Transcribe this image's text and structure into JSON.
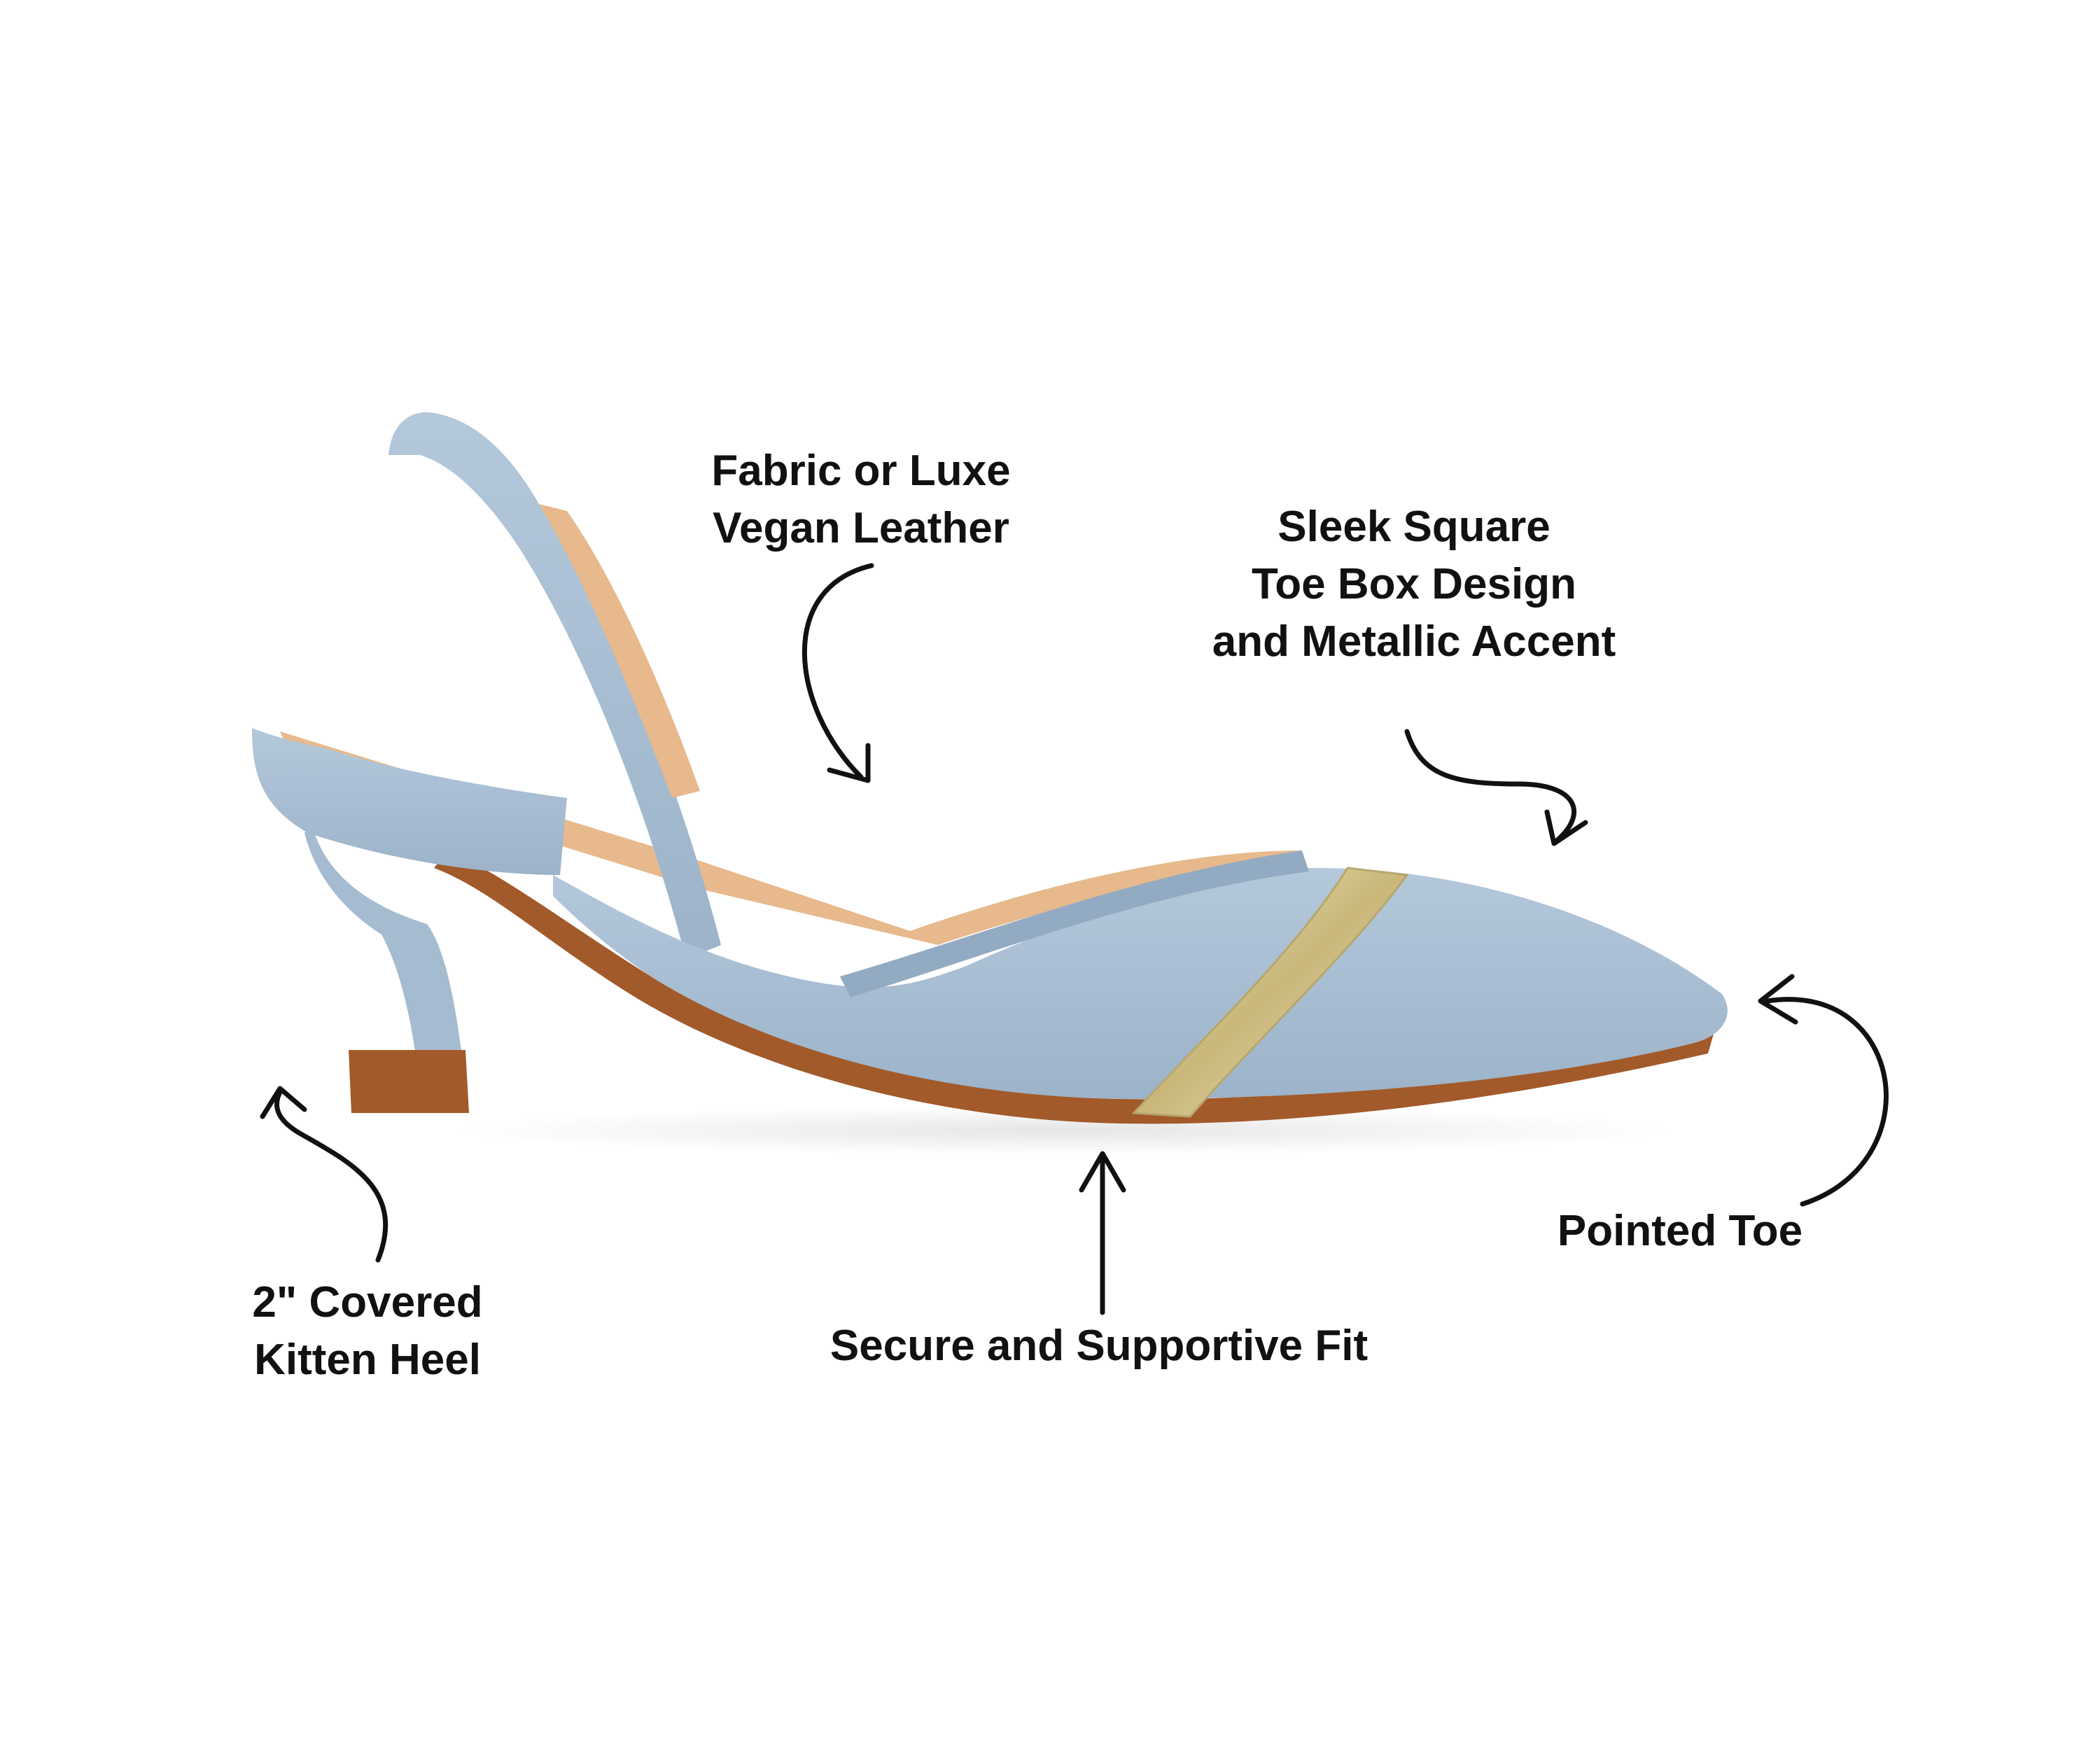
{
  "colors": {
    "background": "#ffffff",
    "shoe_fabric": "#a9bfd4",
    "shoe_fabric_shade": "#8fa7bf",
    "lining": "#e7b98c",
    "sole": "#a25a2a",
    "metallic_accent": "#d9cc9a",
    "text": "#111111"
  },
  "icons": [
    "curved-arrow-icon",
    "straight-arrow-icon"
  ],
  "callouts": {
    "fabric": {
      "lines": [
        "Fabric or Luxe",
        "Vegan Leather"
      ]
    },
    "toe_box": {
      "lines": [
        "Sleek Square",
        "Toe Box Design",
        "and Metallic Accent"
      ]
    },
    "pointed_toe": {
      "lines": [
        "Pointed Toe"
      ]
    },
    "heel": {
      "lines": [
        "2\" Covered",
        "Kitten Heel"
      ]
    },
    "fit": {
      "lines": [
        "Secure and Supportive Fit"
      ]
    }
  }
}
